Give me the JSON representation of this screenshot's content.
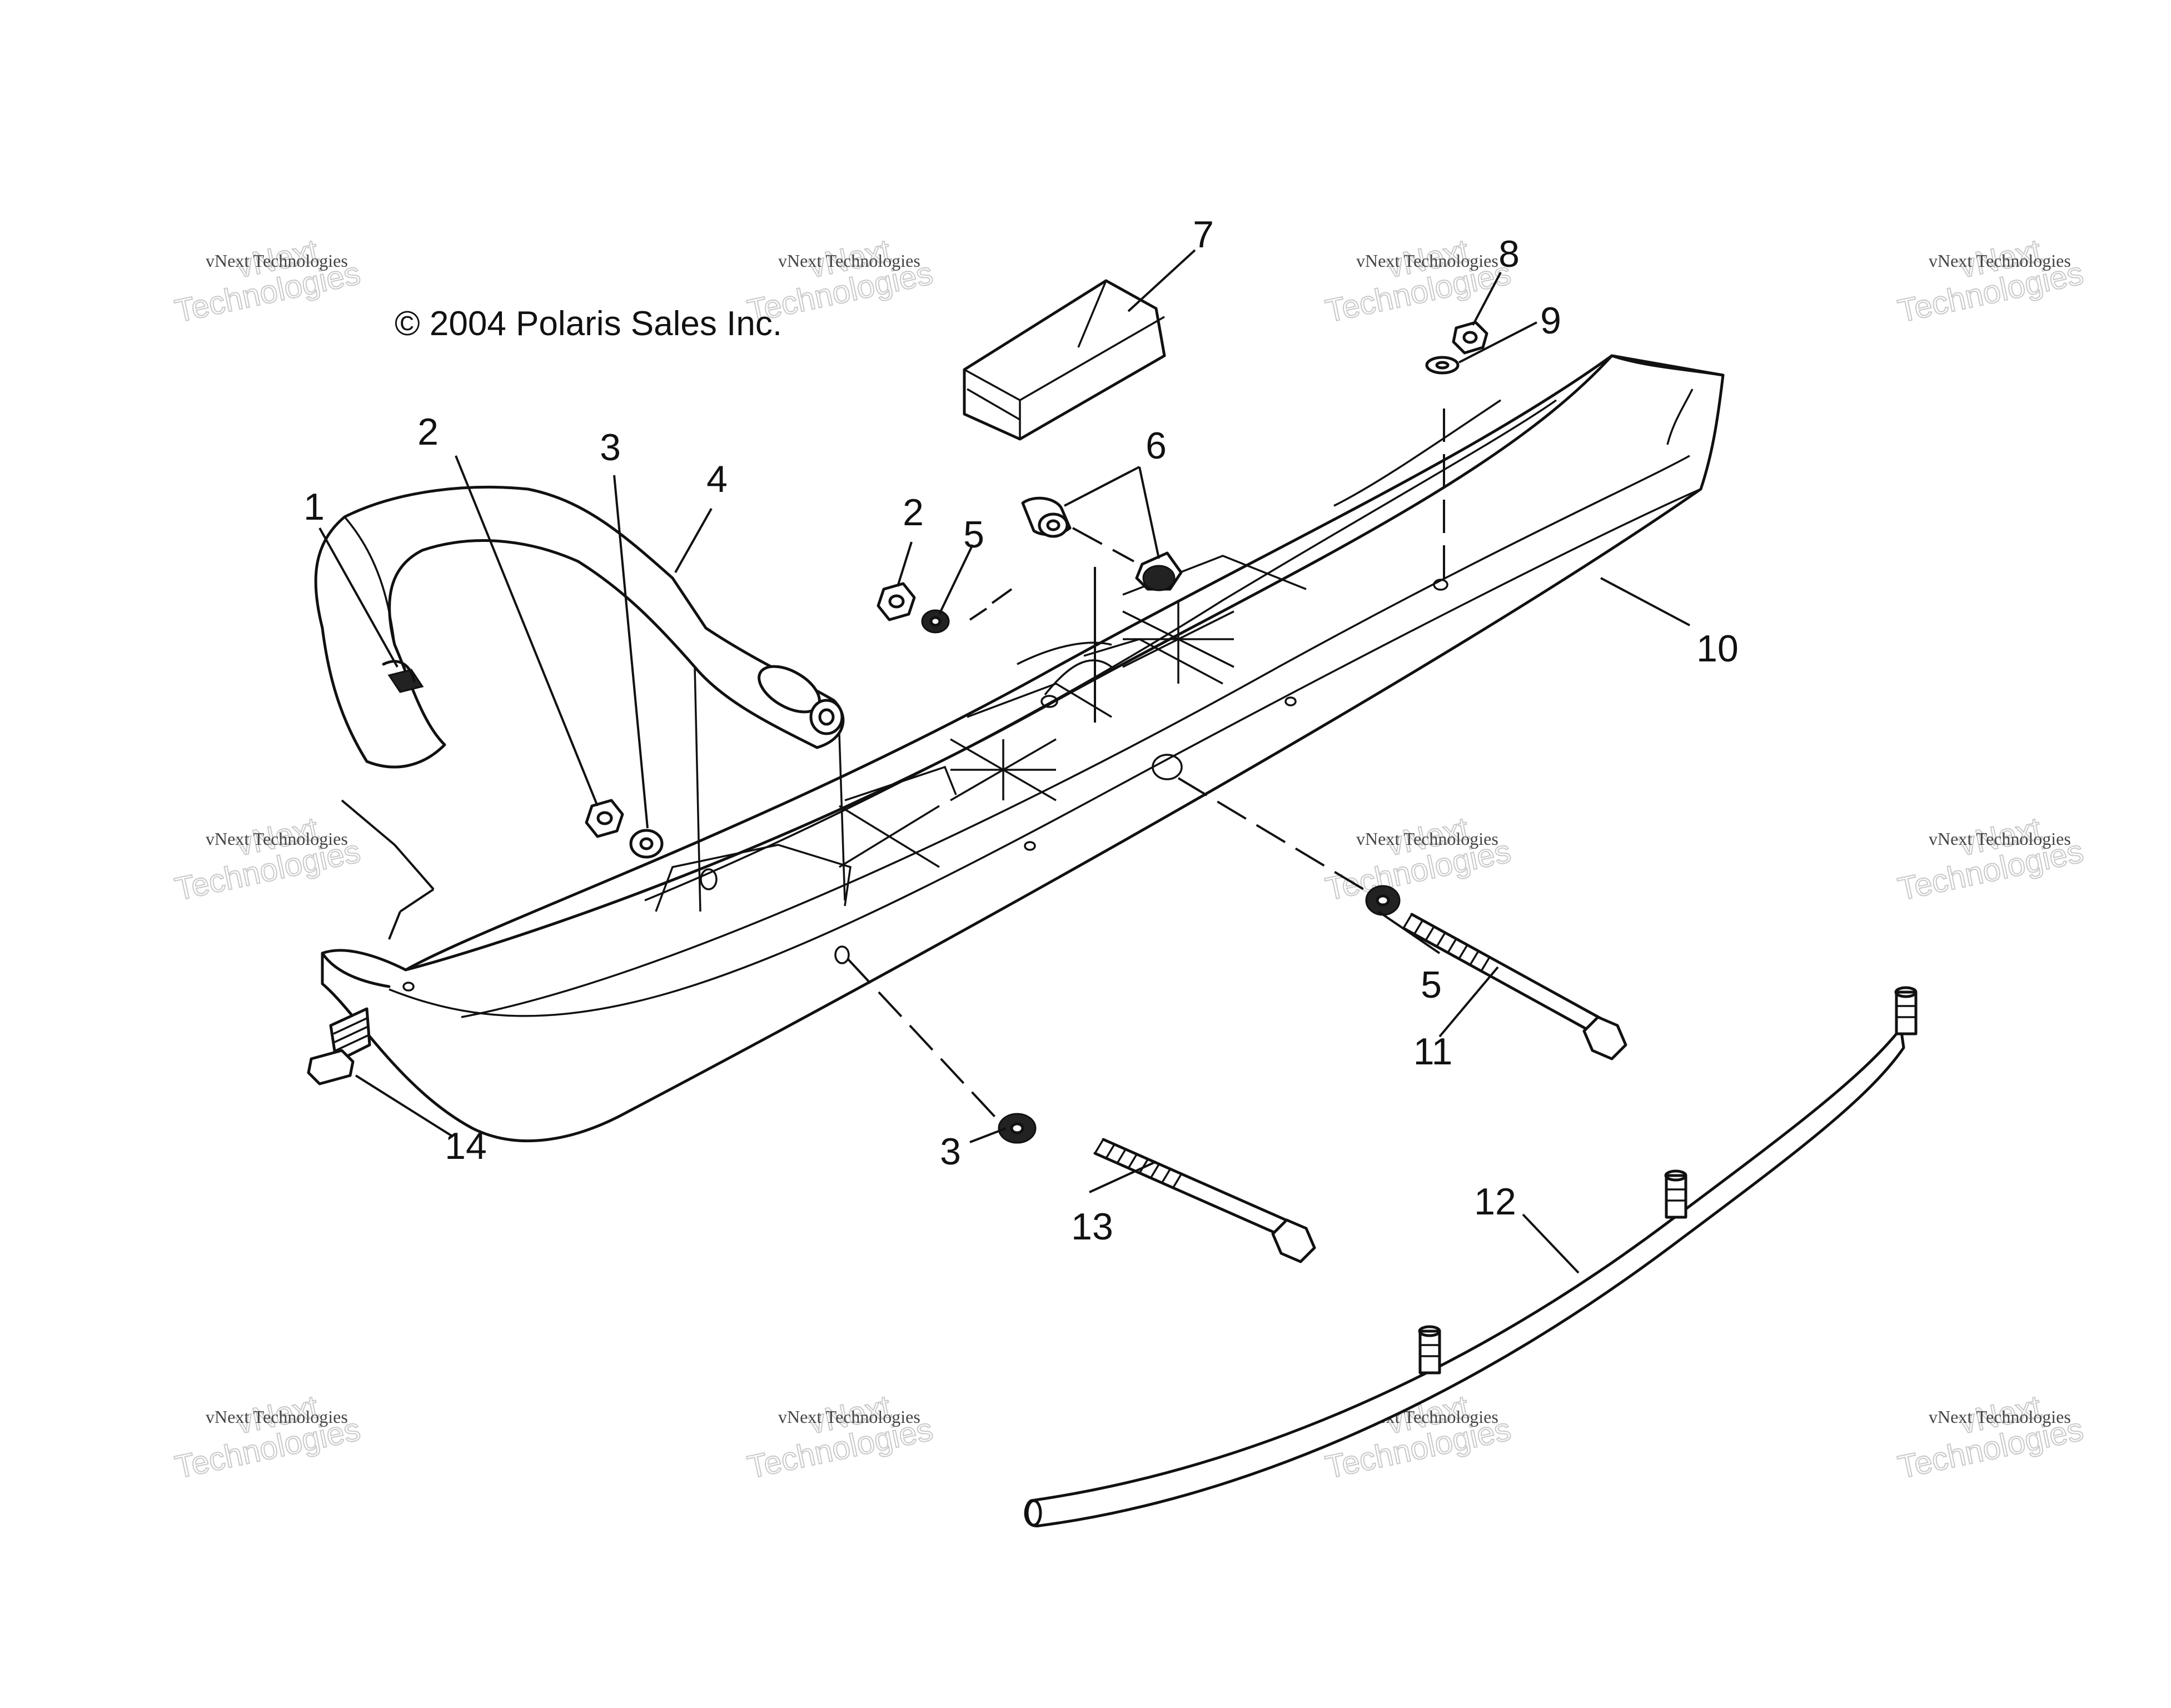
{
  "copyright": "© 2004 Polaris Sales Inc.",
  "watermark": {
    "line_top": "vNext",
    "line_small": "vNext Technologies",
    "line_big": "Technologies"
  },
  "callouts": {
    "c1": "1",
    "c2a": "2",
    "c2b": "2",
    "c3a": "3",
    "c3b": "3",
    "c4": "4",
    "c5a": "5",
    "c5b": "5",
    "c6": "6",
    "c7": "7",
    "c8": "8",
    "c9": "9",
    "c10": "10",
    "c11": "11",
    "c12": "12",
    "c13": "13",
    "c14": "14"
  }
}
